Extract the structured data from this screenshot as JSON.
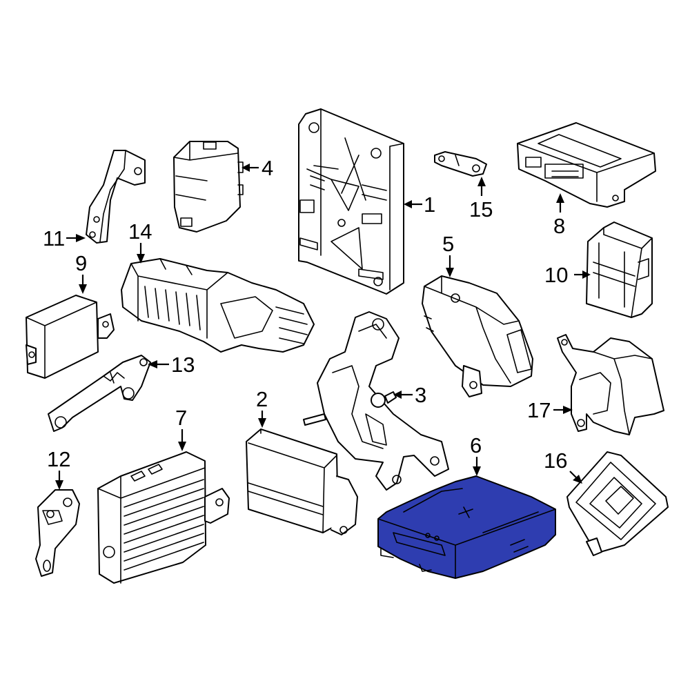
{
  "diagram": {
    "highlight_color": "#2E3DB0",
    "callouts": [
      {
        "id": "1",
        "label": "1"
      },
      {
        "id": "2",
        "label": "2"
      },
      {
        "id": "3",
        "label": "3"
      },
      {
        "id": "4",
        "label": "4"
      },
      {
        "id": "5",
        "label": "5"
      },
      {
        "id": "6",
        "label": "6",
        "highlighted": true
      },
      {
        "id": "7",
        "label": "7"
      },
      {
        "id": "8",
        "label": "8"
      },
      {
        "id": "9",
        "label": "9"
      },
      {
        "id": "10",
        "label": "10"
      },
      {
        "id": "11",
        "label": "11"
      },
      {
        "id": "12",
        "label": "12"
      },
      {
        "id": "13",
        "label": "13"
      },
      {
        "id": "14",
        "label": "14"
      },
      {
        "id": "15",
        "label": "15"
      },
      {
        "id": "16",
        "label": "16"
      },
      {
        "id": "17",
        "label": "17"
      }
    ]
  }
}
